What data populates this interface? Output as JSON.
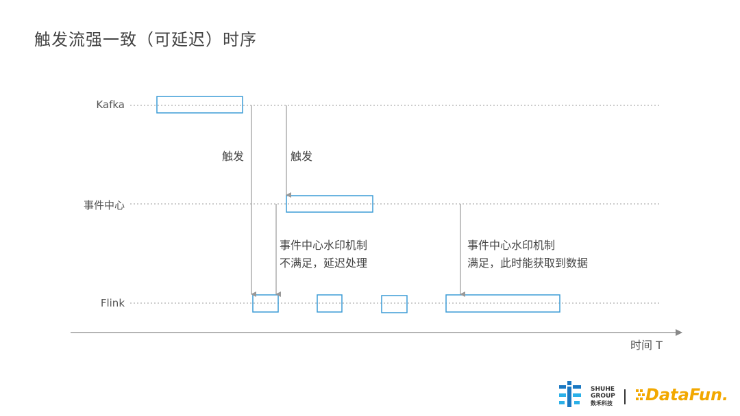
{
  "title": "触发流强一致（可延迟）时序",
  "lanes": {
    "kafka": "Kafka",
    "event_center": "事件中心",
    "flink": "Flink"
  },
  "arrows": {
    "trigger_1": "触发",
    "trigger_2": "触发"
  },
  "notes": {
    "delay": "事件中心水印机制\n不满足，延迟处理",
    "satisfied": "事件中心水印机制\n满足，此时能获取到数据"
  },
  "axis": {
    "label": "时间 T"
  },
  "brand": {
    "shuhe_line1": "SHUHE",
    "shuhe_line2": "GROUP",
    "shuhe_line3": "数禾科技",
    "datafun": "DataFun."
  },
  "colors": {
    "box": "#3a9bd5",
    "line": "#999999",
    "datafun": "#f2a800",
    "shuhe_blue": "#1a78c2"
  }
}
